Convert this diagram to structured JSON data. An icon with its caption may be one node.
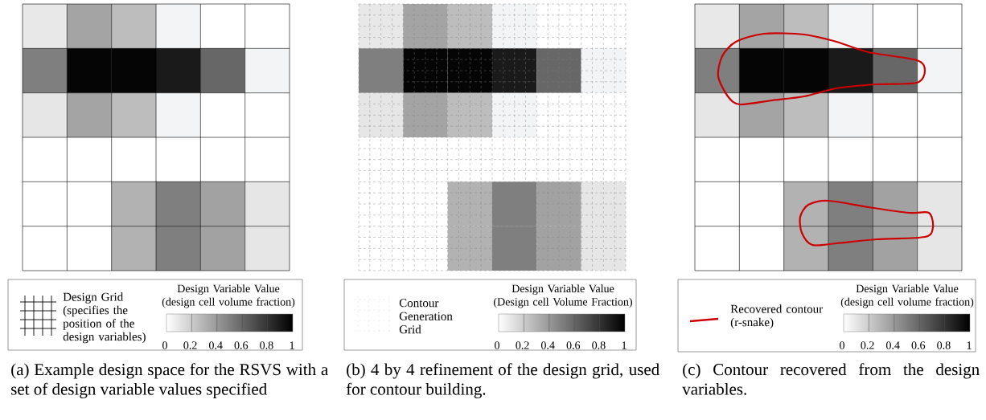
{
  "diagram": {
    "labels": [
      "Design Variable Value (design cell volume fraction)",
      "0",
      "0.2",
      "0.4",
      "0.6",
      "0.8",
      "1",
      "(a) Example design space for the RSVS with a set of design variable values specified",
      "Design Variable Value (Design cell Volume Fraction)",
      "0",
      "0.2",
      "0.4",
      "0.6",
      "0.8",
      "1",
      "(b) 4 by 4 refinement of the design grid, used for contour building.",
      "Design Variable Value (design cell volume fraction)",
      "0",
      "0.2",
      "0.4",
      "0.6",
      "0.8",
      "1",
      "(c) Contour recovered from the design variables."
    ],
    "legend": [
      {
        "text": "Design Grid (specifies the position of the design variables)"
      },
      {
        "text": "Contour Generation Grid"
      },
      {
        "text": "Recovered contour (r-snake)"
      }
    ]
  }
}
